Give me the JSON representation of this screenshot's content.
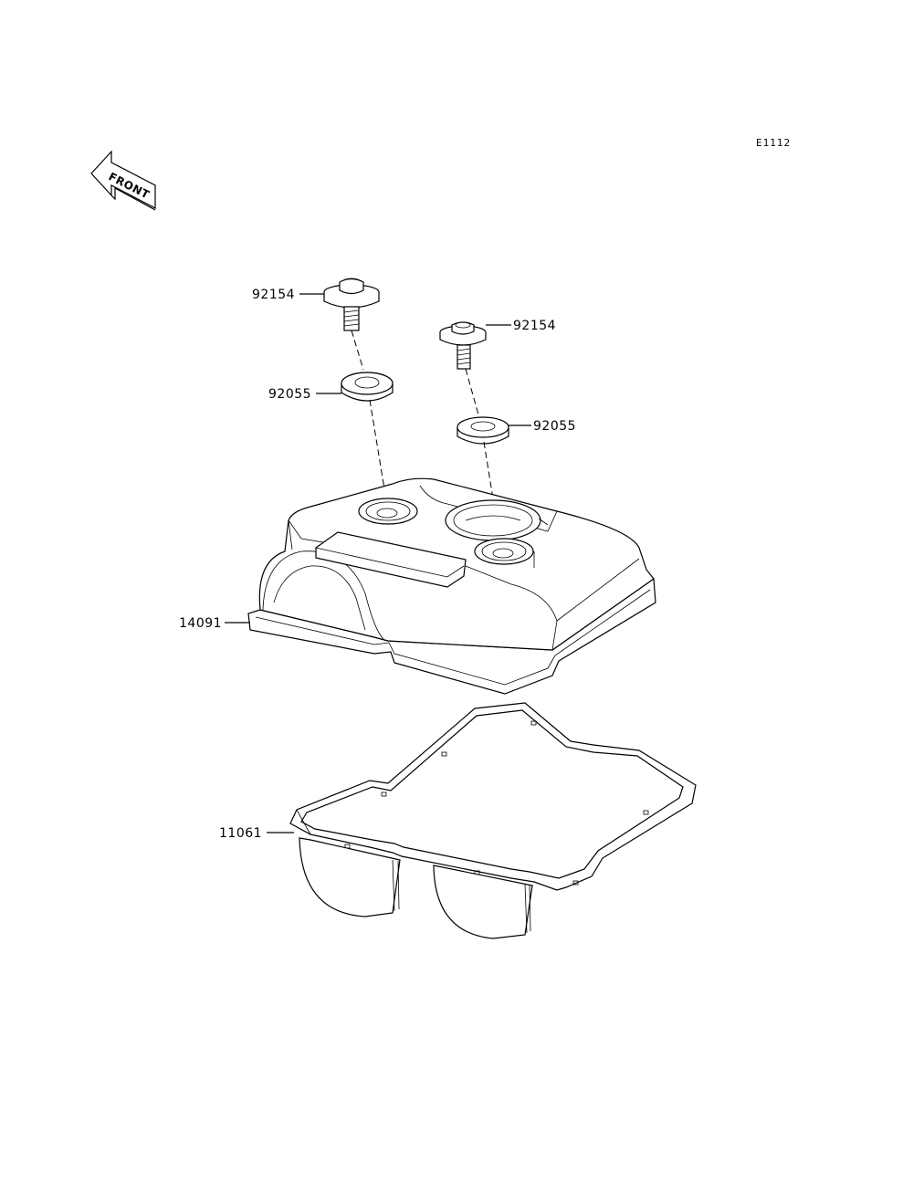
{
  "diagram_code": "E1112",
  "front_arrow_text": "FRONT",
  "callouts": {
    "bolt_left": "92154",
    "bolt_right": "92154",
    "washer_left": "92055",
    "washer_right": "92055",
    "cover": "14091",
    "gasket": "11061"
  }
}
